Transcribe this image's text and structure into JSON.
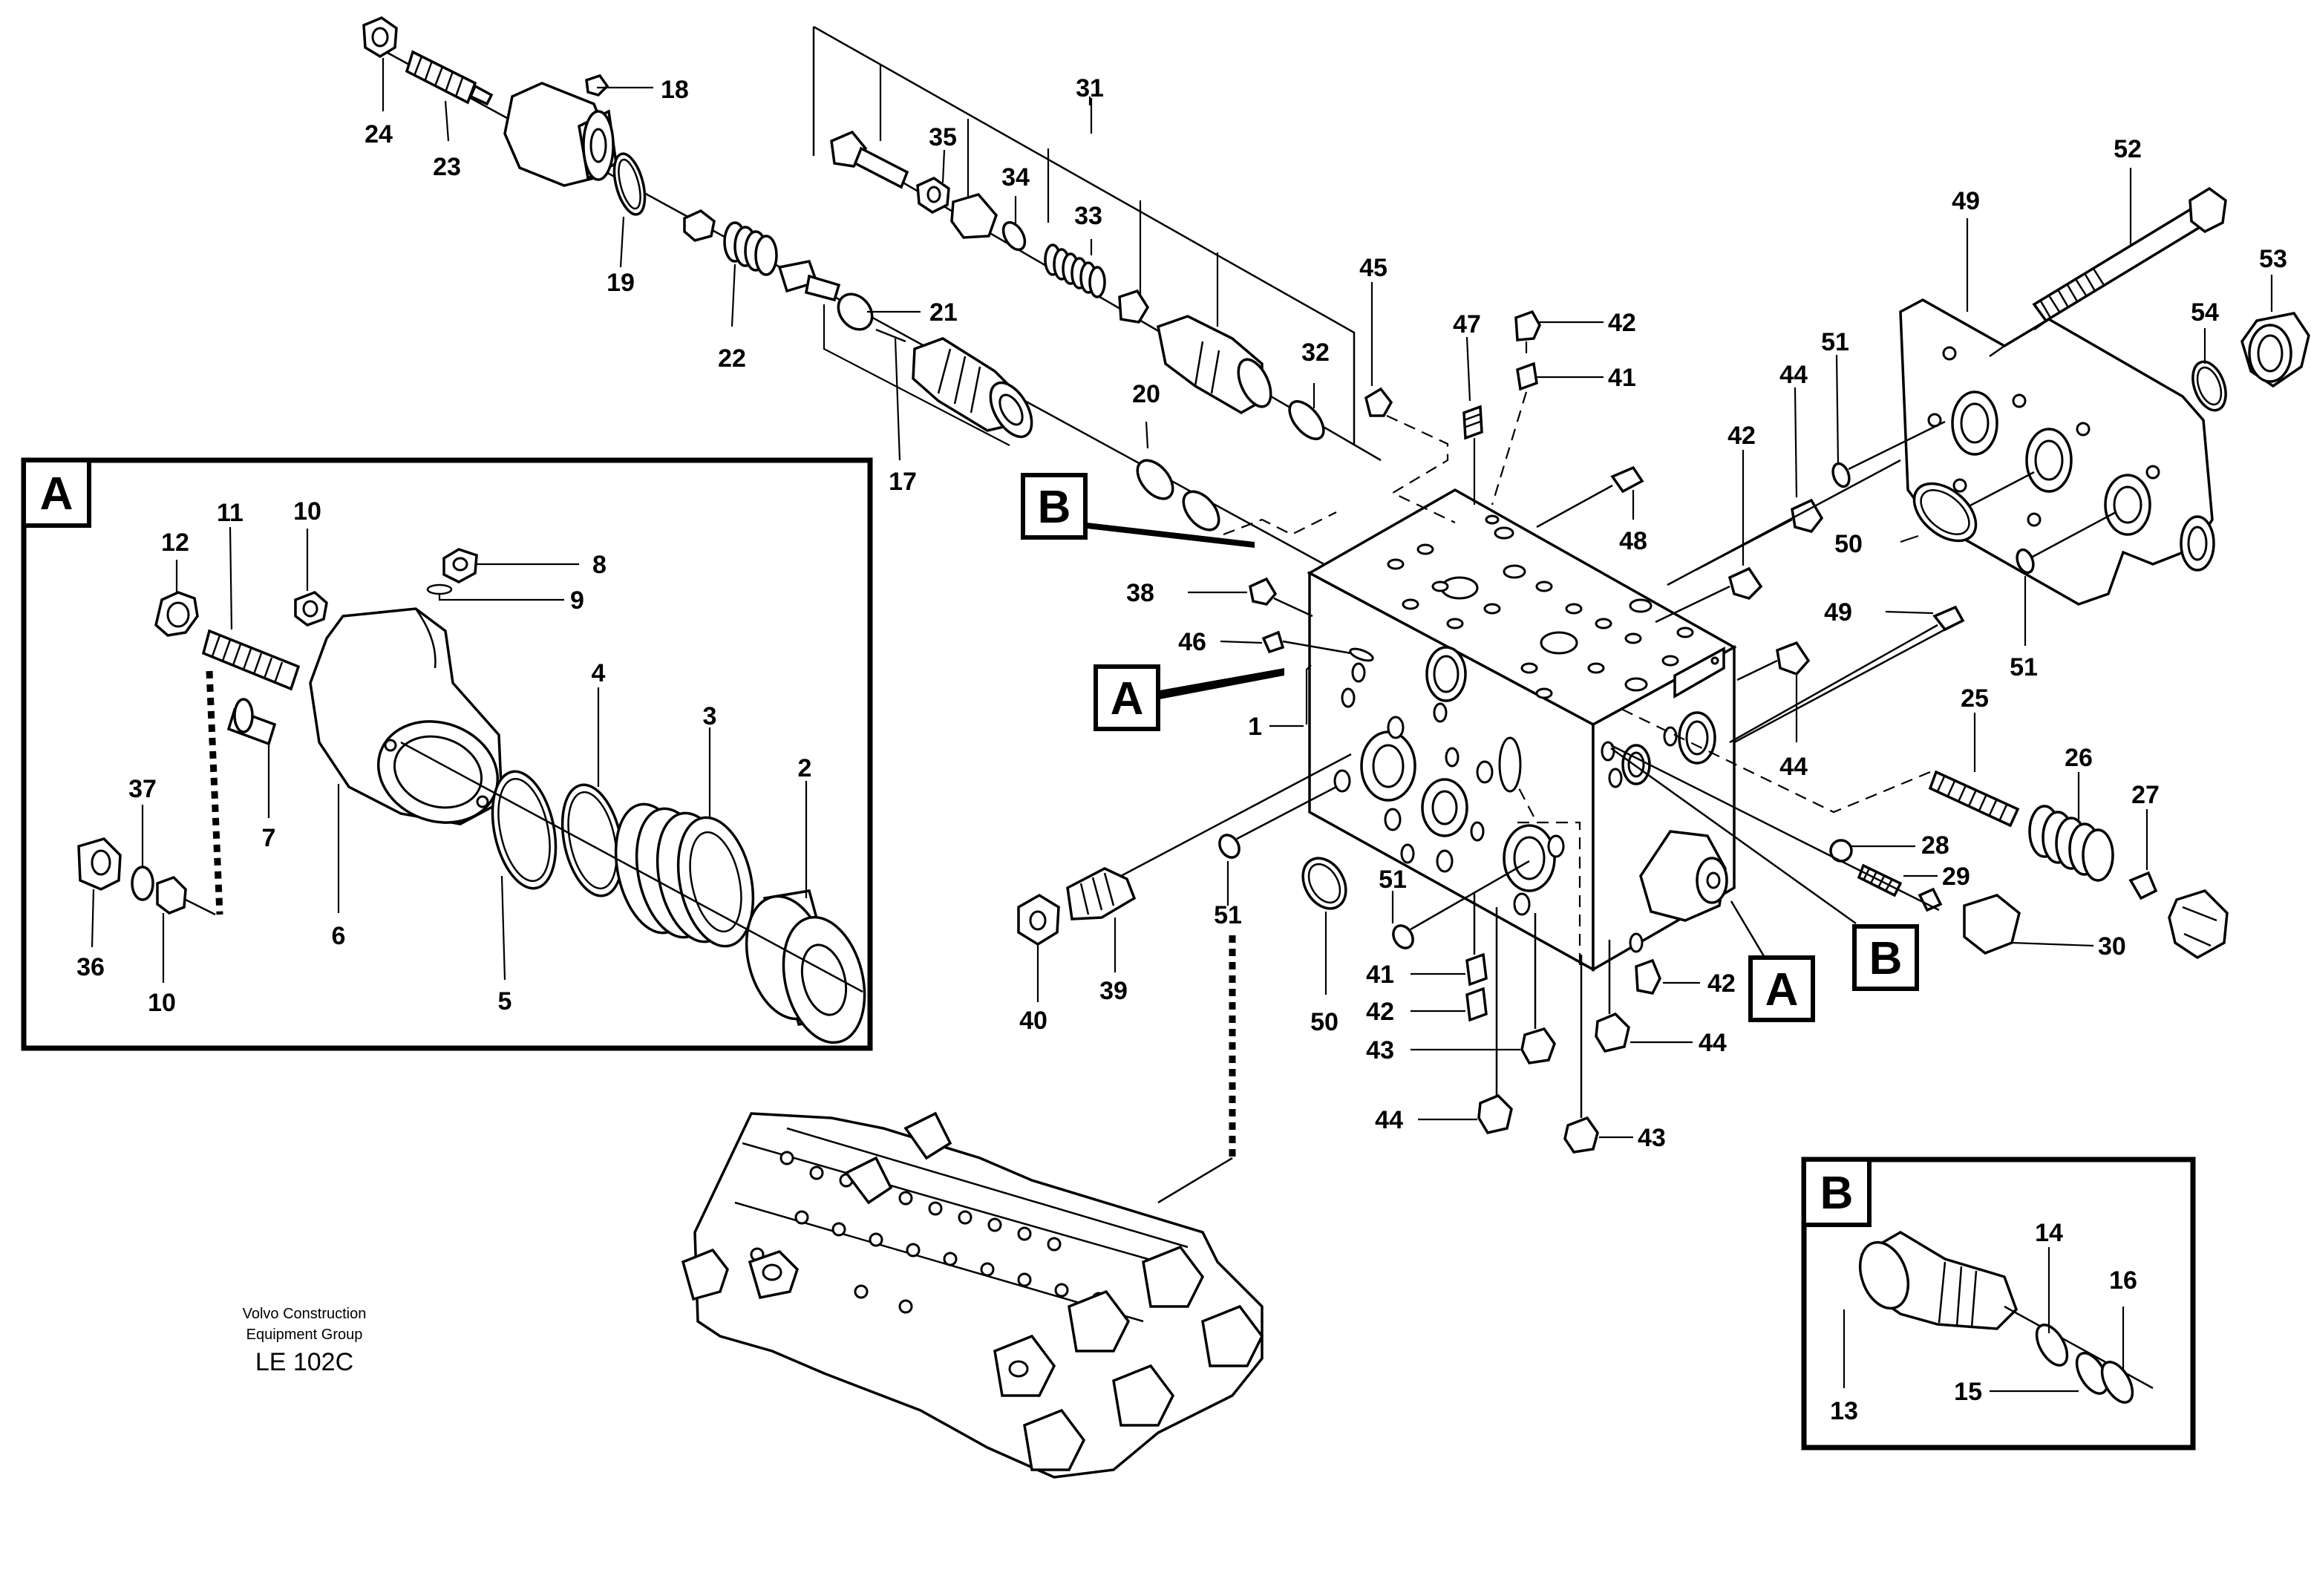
{
  "diagram": {
    "detail_boxes": {
      "A": "A",
      "B": "B"
    },
    "reference_tags": {
      "a1": "A",
      "a2": "A",
      "b1": "B",
      "b2": "B"
    },
    "callouts": {
      "c24": "24",
      "c23": "23",
      "c18": "18",
      "c19": "19",
      "c22": "22",
      "c21": "21",
      "c17": "17",
      "c20": "20",
      "c31": "31",
      "c35": "35",
      "c34": "34",
      "c33": "33",
      "c32": "32",
      "c45": "45",
      "c47": "47",
      "c42a": "42",
      "c41a": "41",
      "c48": "48",
      "c44a": "44",
      "c42b": "42",
      "c51a": "51",
      "c52": "52",
      "c49a": "49",
      "c53": "53",
      "c54": "54",
      "c50a": "50",
      "c51b": "51",
      "c49b": "49",
      "c44b": "44",
      "c25": "25",
      "c26": "26",
      "c27": "27",
      "c28": "28",
      "c29": "29",
      "c30": "30",
      "c38": "38",
      "c46": "46",
      "c1": "1",
      "c51c": "51",
      "c51d": "51",
      "c50b": "50",
      "c40": "40",
      "c39": "39",
      "c41b": "41",
      "c42c": "42",
      "c43a": "43",
      "c44c": "44",
      "c42d": "42",
      "c44d": "44",
      "c43b": "43",
      "a12": "12",
      "a11": "11",
      "a10a": "10",
      "a8": "8",
      "a9": "9",
      "a4": "4",
      "a3": "3",
      "a2": "2",
      "a7": "7",
      "a6": "6",
      "a5": "5",
      "a37": "37",
      "a36": "36",
      "a10b": "10",
      "b14": "14",
      "b16": "16",
      "b13": "13",
      "b15": "15"
    },
    "footer": {
      "line1": "Volvo Construction",
      "line2": "Equipment Group",
      "code": "LE 102C"
    }
  }
}
